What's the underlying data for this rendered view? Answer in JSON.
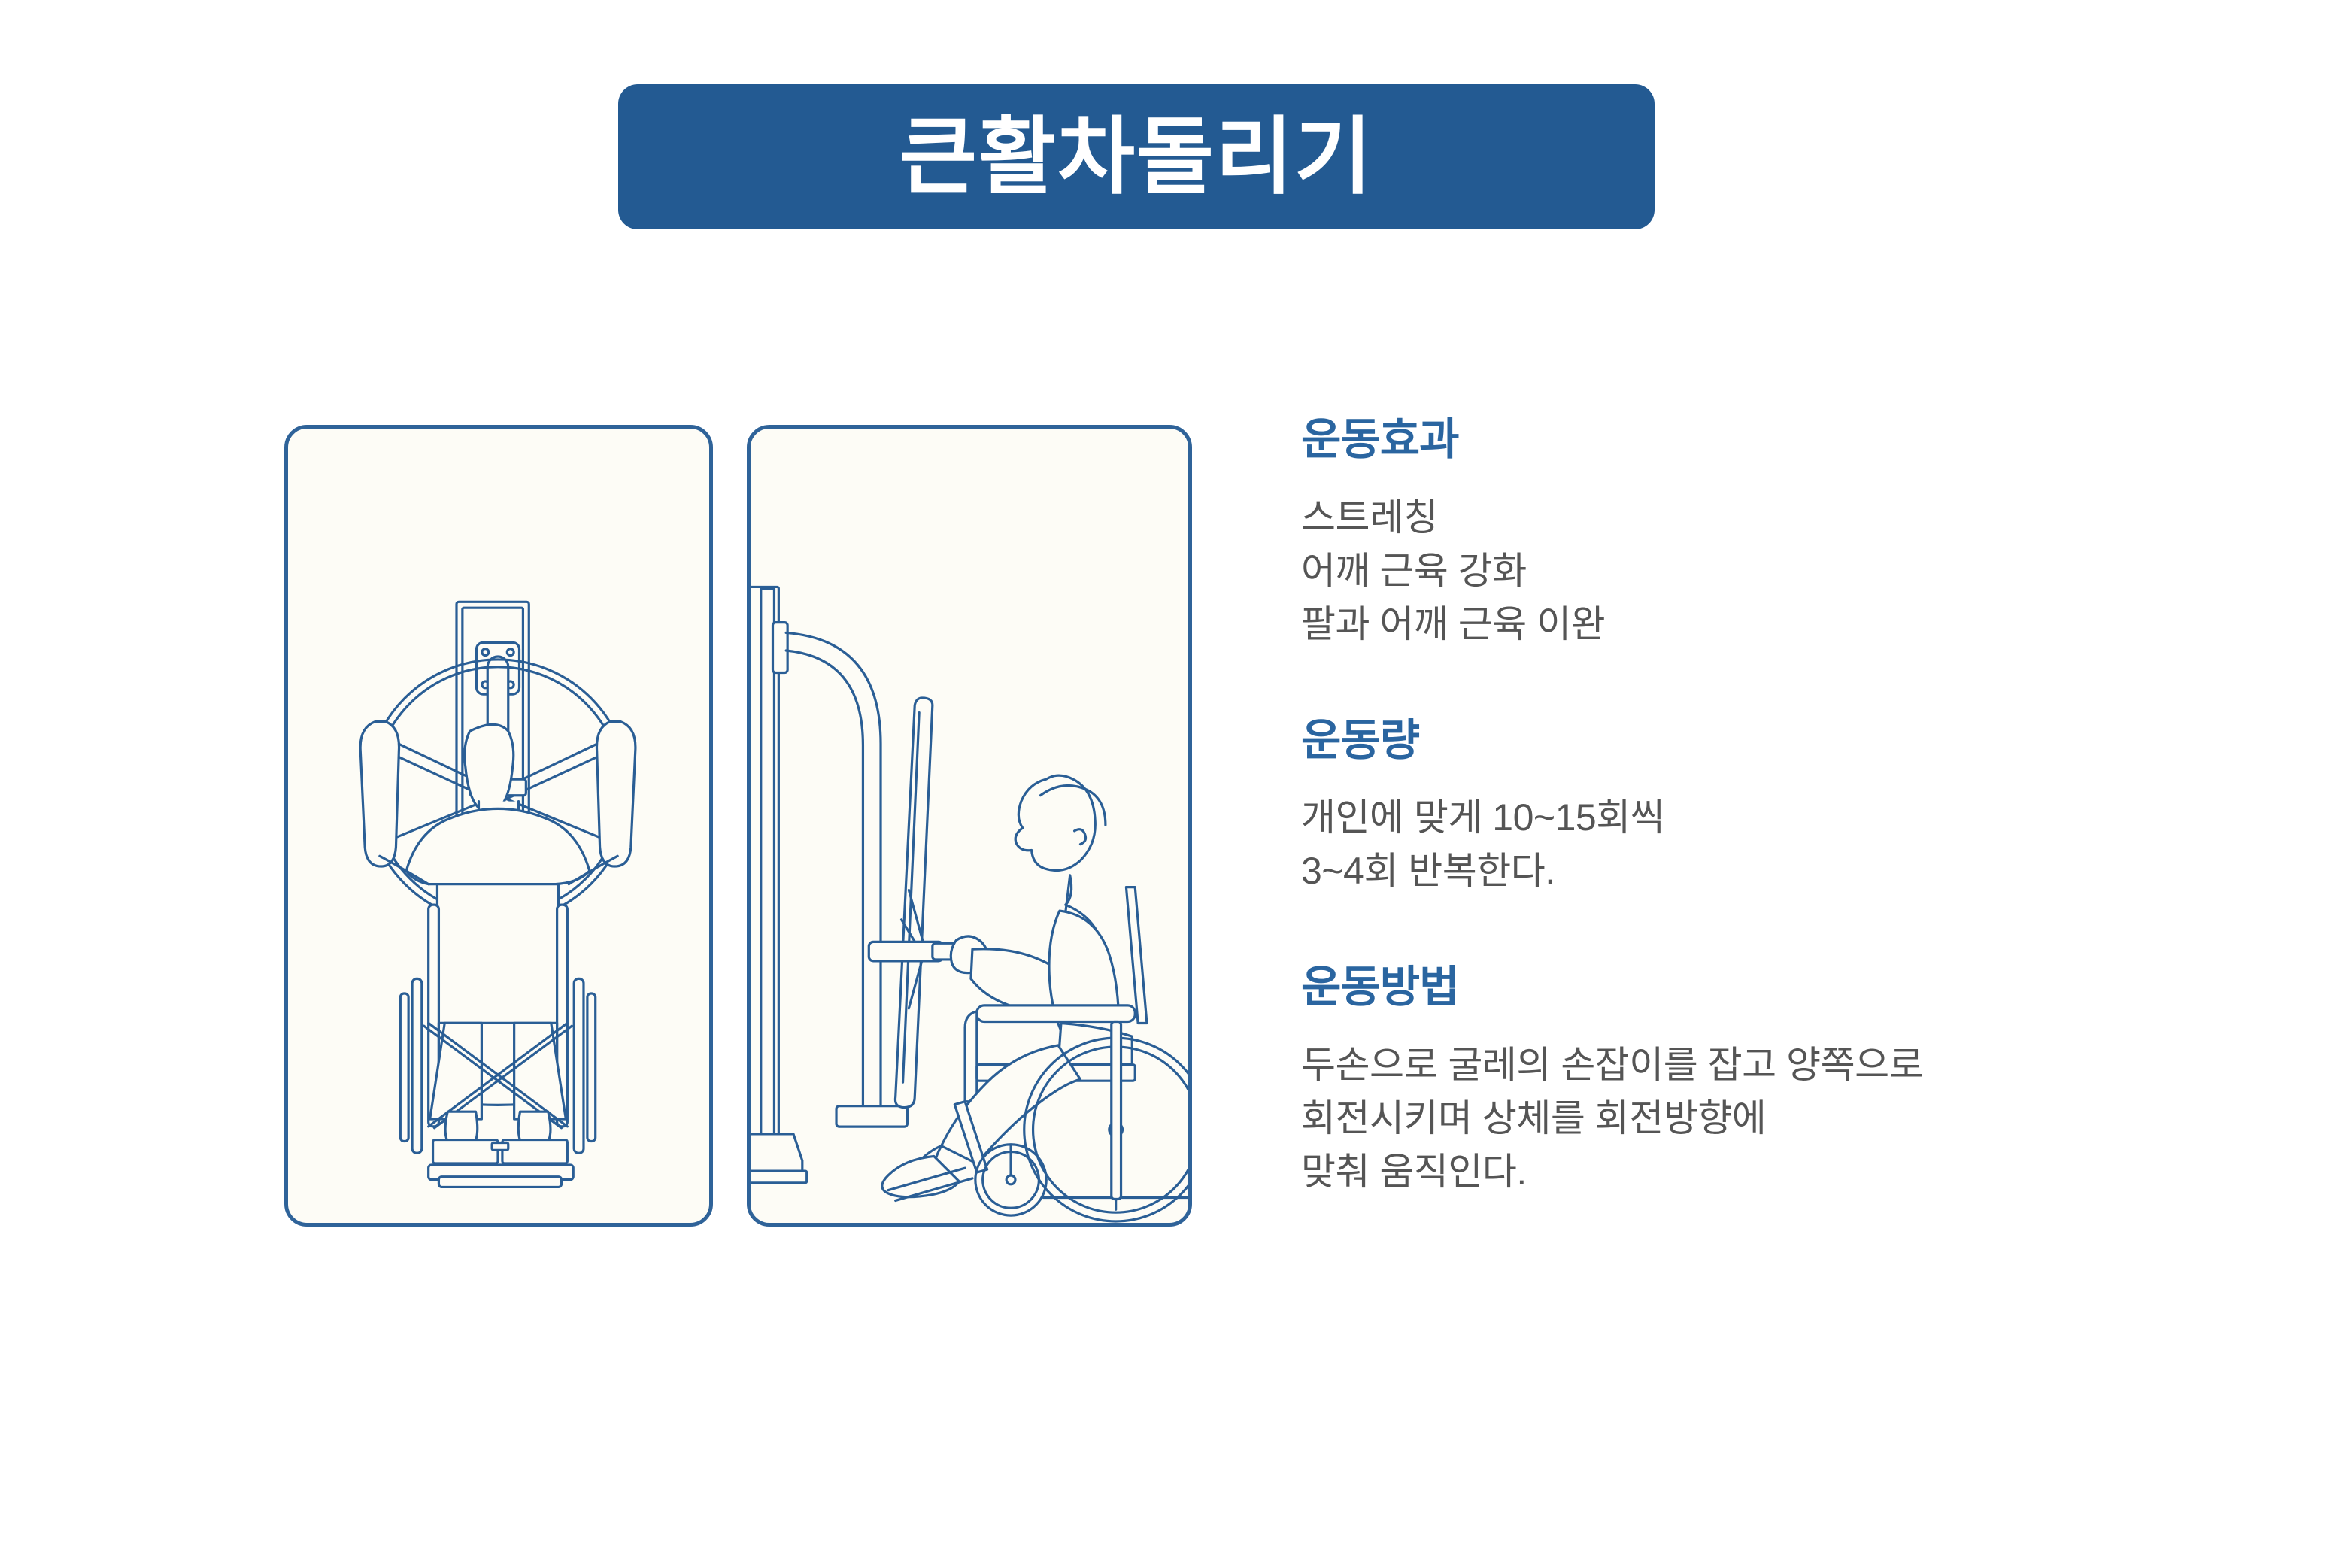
{
  "title": {
    "text": "큰활차돌리기",
    "bg_color": "#235a92",
    "text_color": "#ffffff"
  },
  "colors": {
    "brand_blue": "#235a92",
    "heading_blue": "#2a65a0",
    "line_blue": "#2a5e95",
    "body_gray": "#555555",
    "panel_fill": "#fdfcf6",
    "page_bg": "#ffffff"
  },
  "illustrations": [
    {
      "name": "front-view",
      "caption_alt": "휠체어에 앉은 사람이 큰 활차(바퀴)를 뒤에서 본 모습"
    },
    {
      "name": "side-view",
      "caption_alt": "휠체어에 앉은 사람이 큰 활차의 손잡이를 잡은 옆모습"
    }
  ],
  "sections": [
    {
      "heading": "운동효과",
      "lines": [
        "스트레칭",
        "어깨 근육 강화",
        "팔과 어깨 근육 이완"
      ]
    },
    {
      "heading": "운동량",
      "lines": [
        "개인에 맞게 10~15회씩",
        "3~4회 반복한다."
      ]
    },
    {
      "heading": "운동방법",
      "lines": [
        "두손으로 굴레의 손잡이를 잡고 양쪽으로",
        "회전시키며 상체를 회전방향에",
        "맞춰 움직인다."
      ]
    }
  ]
}
